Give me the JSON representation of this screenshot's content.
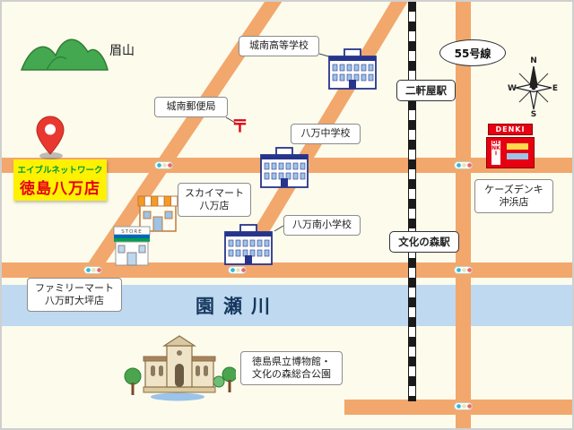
{
  "map": {
    "callout": {
      "company": "エイブルネットワーク",
      "store": "徳島八万店"
    },
    "landmarks": {
      "mountain": "眉山",
      "route_sign": "55号線",
      "river": "園瀬川",
      "post_symbol": "〒"
    },
    "stations": [
      {
        "name": "二軒屋駅"
      },
      {
        "name": "文化の森駅"
      }
    ],
    "labels": {
      "highschool": "城南高等学校",
      "post_office": "城南郵便局",
      "junior_high": "八万中学校",
      "skymart": [
        "スカイマート",
        "八万店"
      ],
      "elementary": "八万南小学校",
      "ks_denki": [
        "ケーズデンキ",
        "沖浜店"
      ],
      "familymart": [
        "ファミリーマート",
        "八万町大坪店"
      ],
      "museum": [
        "徳島県立博物館・",
        "文化の森総合公園"
      ]
    },
    "icons": {
      "denki_sign": "DENKI",
      "store_sign": "STORE"
    },
    "compass": {
      "n": "N",
      "e": "E",
      "s": "S",
      "w": "W"
    },
    "colors": {
      "background": "#FCFBEC",
      "road": "#F2A76C",
      "river": "#BFD9F0",
      "callout_bg": "#FFF100",
      "company_green": "#009A3E",
      "store_red": "#E60012",
      "pin_red": "#E8382F"
    }
  }
}
